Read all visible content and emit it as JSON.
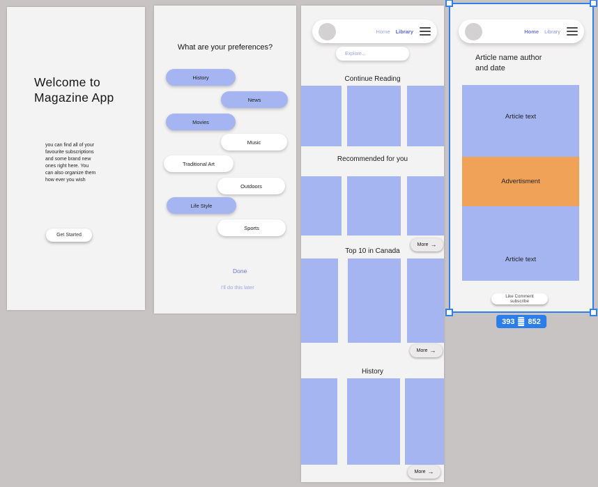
{
  "colors": {
    "canvas_bg": "#c8c4c4",
    "screen_bg": "#f4f3f3",
    "periwinkle": "#a5b5f2",
    "orange": "#f0a358",
    "selection_blue": "#2f80ed",
    "badge_blue": "#2b7de9"
  },
  "screens": {
    "welcome": {
      "title_line1": "Welcome to",
      "title_line2": "Magazine App",
      "body_lines": [
        "you can find all of your",
        "favourite subscriptions",
        "and some brand new",
        "ones right here. You",
        "can also organize them",
        "how ever you wish"
      ],
      "cta": "Get Started"
    },
    "preferences": {
      "title": "What are your preferences?",
      "pills": [
        {
          "label": "History",
          "style": "filled"
        },
        {
          "label": "News",
          "style": "filled"
        },
        {
          "label": "Movies",
          "style": "filled"
        },
        {
          "label": "Music",
          "style": "outline"
        },
        {
          "label": "Traditional Art",
          "style": "outline"
        },
        {
          "label": "Outdoors",
          "style": "outline"
        },
        {
          "label": "Life Style",
          "style": "filled"
        },
        {
          "label": "Sports",
          "style": "outline"
        }
      ],
      "done": "Done",
      "later": "I'll do this later"
    },
    "home": {
      "nav_home": "Home",
      "nav_library": "Library",
      "explore_placeholder": "Explore...",
      "section1": "Continue Reading",
      "section2": "Recommended for you",
      "section3": "Top 10 in Canada",
      "section4": "History",
      "more_label": "More",
      "more_arrow": "→"
    },
    "article": {
      "nav_home": "Home",
      "nav_library": "Library",
      "title_line1": "Article name author",
      "title_line2": "and date",
      "block1": "Article text",
      "block2": "Advertisment",
      "block3": "Article text",
      "actions": "Like Comment subscribe",
      "badge_width": "393",
      "badge_height": "852"
    }
  }
}
